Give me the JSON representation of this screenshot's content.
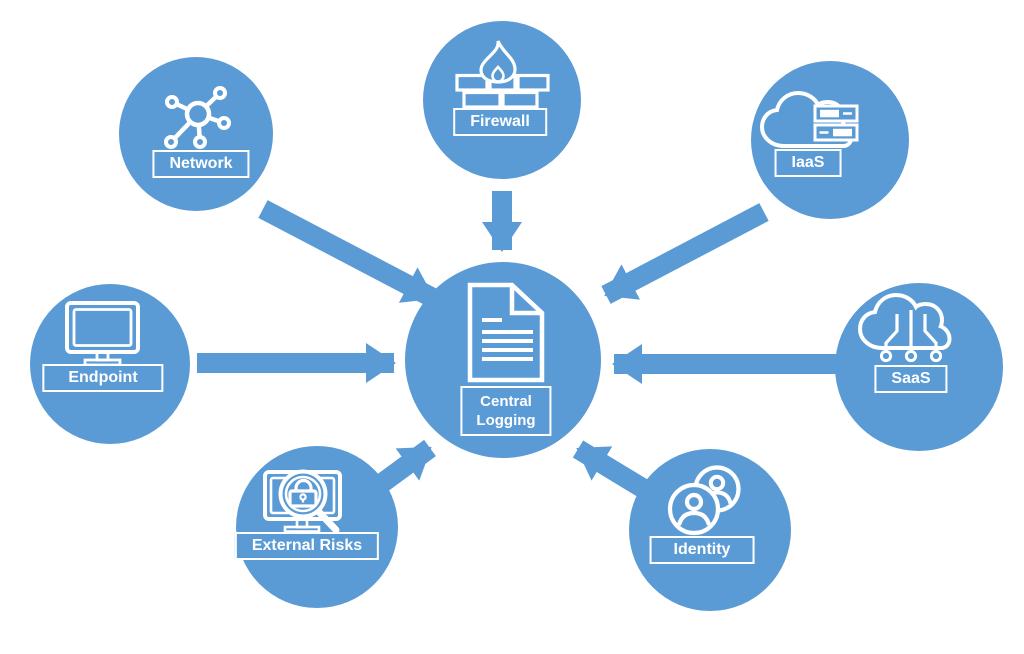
{
  "diagram": {
    "center_node": {
      "label": "Central Logging",
      "label_lines": [
        "Central",
        "Logging"
      ],
      "icon": "document-icon"
    },
    "source_nodes": [
      {
        "id": "network",
        "label": "Network",
        "icon": "network-icon"
      },
      {
        "id": "firewall",
        "label": "Firewall",
        "icon": "firewall-icon"
      },
      {
        "id": "iaas",
        "label": "IaaS",
        "icon": "cloud-servers-icon"
      },
      {
        "id": "endpoint",
        "label": "Endpoint",
        "icon": "monitor-icon"
      },
      {
        "id": "saas",
        "label": "SaaS",
        "icon": "cloud-circuit-icon"
      },
      {
        "id": "external_risks",
        "label": "External Risks",
        "icon": "monitor-lock-search-icon"
      },
      {
        "id": "identity",
        "label": "Identity",
        "icon": "users-icon"
      }
    ],
    "flows": [
      {
        "from": "Network",
        "to": "Central Logging"
      },
      {
        "from": "Firewall",
        "to": "Central Logging"
      },
      {
        "from": "IaaS",
        "to": "Central Logging"
      },
      {
        "from": "Endpoint",
        "to": "Central Logging"
      },
      {
        "from": "SaaS",
        "to": "Central Logging"
      },
      {
        "from": "External Risks",
        "to": "Central Logging"
      },
      {
        "from": "Identity",
        "to": "Central Logging"
      }
    ],
    "colors": {
      "node_fill": "#5B9BD5",
      "arrow_fill": "#5B9BD5",
      "icon_stroke": "#FFFFFF",
      "label_text": "#FFFFFF",
      "background": "#FFFFFF"
    }
  }
}
